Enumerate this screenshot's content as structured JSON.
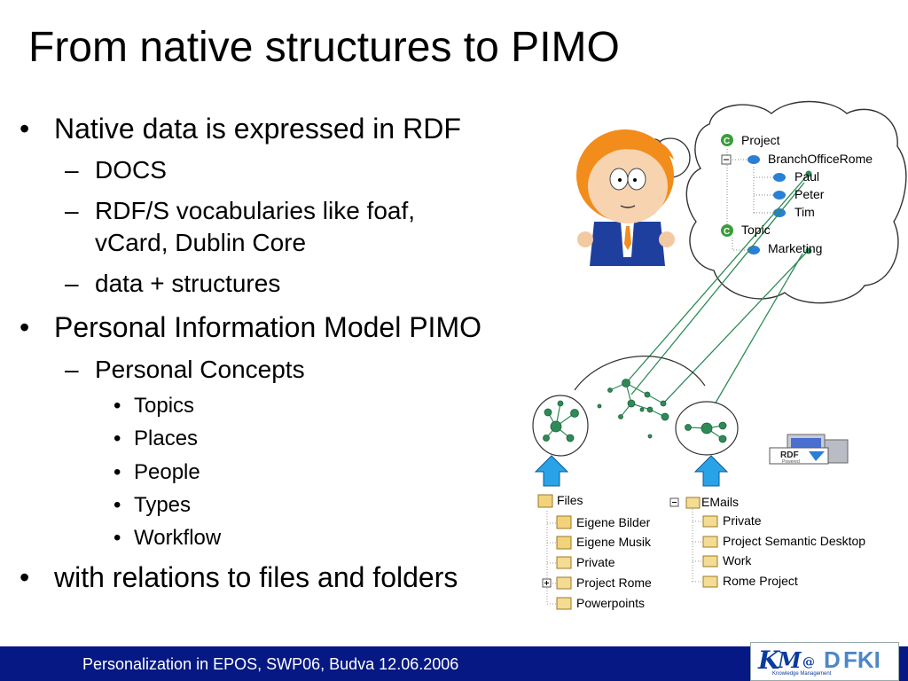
{
  "slide": {
    "title": "From native structures to PIMO",
    "bullets": [
      {
        "level": 1,
        "text": "Native data is expressed in RDF"
      },
      {
        "level": 2,
        "text": "DOCS"
      },
      {
        "level": 2,
        "text": "RDF/S vocabularies like foaf,"
      },
      {
        "level": 2,
        "text": "vCard, Dublin Core",
        "continuation": true
      },
      {
        "level": 2,
        "text": "data + structures"
      },
      {
        "level": 1,
        "text": "Personal Information Model PIMO"
      },
      {
        "level": 2,
        "text": "Personal Concepts"
      },
      {
        "level": 3,
        "text": "Topics"
      },
      {
        "level": 3,
        "text": "Places"
      },
      {
        "level": 3,
        "text": "People"
      },
      {
        "level": 3,
        "text": "Types"
      },
      {
        "level": 3,
        "text": "Workflow"
      },
      {
        "level": 1,
        "text": "with relations to files and folders"
      }
    ],
    "markers": {
      "level1": "•",
      "level2": "–",
      "level3": "•"
    }
  },
  "thought_tree": {
    "project": "Project",
    "branch": "BranchOfficeRome",
    "people": [
      "Paul",
      "Peter",
      "Tim"
    ],
    "topic": "Topic",
    "topic_child": "Marketing"
  },
  "file_tree": {
    "root": "Files",
    "items": [
      "Eigene Bilder",
      "Eigene Musik",
      "Private",
      "Project Rome",
      "Powerpoints"
    ]
  },
  "email_tree": {
    "root": "EMails",
    "items": [
      "Private",
      "Project Semantic Desktop",
      "Work",
      "Rome Project"
    ]
  },
  "rdf_badge": {
    "label": "RDF",
    "sublabel": "Powered"
  },
  "footer": {
    "text": "Personalization in EPOS, SWP06, Budva 12.06.2006",
    "logo": {
      "k": "K",
      "m": "M",
      "at": "@",
      "d": "D",
      "fki": "FKI",
      "subtitle": "Knowledge Management"
    }
  },
  "colors": {
    "footer_bg": "#061883",
    "node": "#2e8b57",
    "link": "#2e8b57",
    "arrow": "#29a3e8",
    "concept_icon": "#2a7fd6"
  }
}
